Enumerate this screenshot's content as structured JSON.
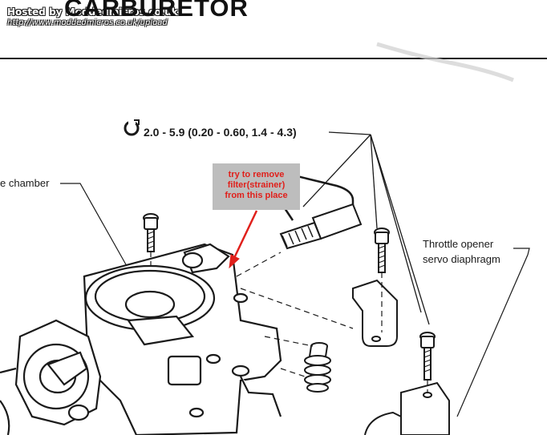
{
  "watermark": {
    "line1": "Hosted by Moddedmicros.co.uk",
    "line2": "http://www.moddedmicros.co.uk/upload"
  },
  "page": {
    "title": "CARBURETOR"
  },
  "torque_spec": {
    "icon": "torque-wrench-icon",
    "text": "2.0 - 5.9 (0.20 - 0.60, 1.4 - 4.3)"
  },
  "labels": {
    "chamber": "e chamber",
    "throttle_line1": "Throttle opener",
    "throttle_line2": "servo diaphragm"
  },
  "callout": {
    "line1": "try to remove",
    "line2": "filter(strainer)",
    "line3": "from this place",
    "background": "#bdbdbd",
    "text_color": "#e0201b",
    "arrow_color": "#e0201b"
  }
}
